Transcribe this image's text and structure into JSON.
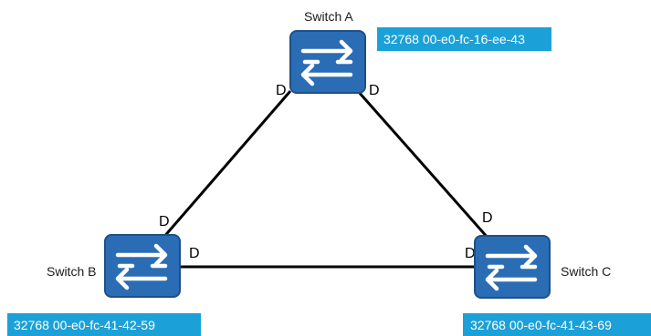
{
  "diagram": {
    "colors": {
      "switch_fill": "#2a6db5",
      "switch_border": "#1f4f86",
      "id_box": "#1ba1d8",
      "link": "#000000"
    },
    "switches": [
      {
        "key": "a",
        "name": "Switch A",
        "bridge_id": "32768 00-e0-fc-16-ee-43",
        "icon": "switch-icon"
      },
      {
        "key": "b",
        "name": "Switch B",
        "bridge_id": "32768 00-e0-fc-41-42-59",
        "icon": "switch-icon"
      },
      {
        "key": "c",
        "name": "Switch C",
        "bridge_id": "32768 00-e0-fc-41-43-69",
        "icon": "switch-icon"
      }
    ],
    "links": [
      {
        "from": "a",
        "to": "b",
        "from_port_role": "D",
        "to_port_role": "D"
      },
      {
        "from": "a",
        "to": "c",
        "from_port_role": "D",
        "to_port_role": "D"
      },
      {
        "from": "b",
        "to": "c",
        "from_port_role": "D",
        "to_port_role": "D"
      }
    ]
  }
}
